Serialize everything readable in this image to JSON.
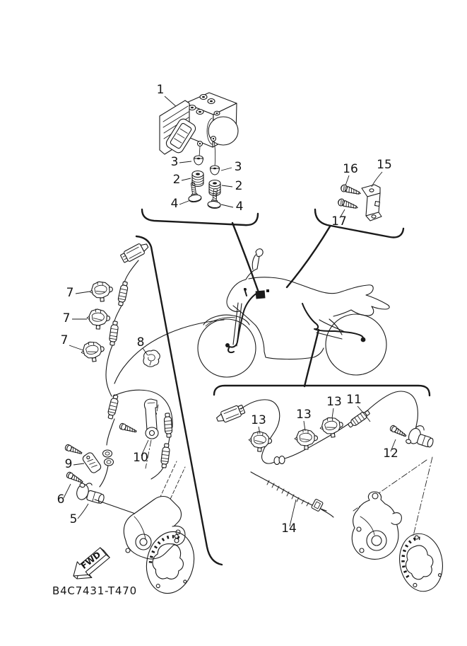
{
  "diagram": {
    "part_code": "B4C7431-T470",
    "fwd_label": "FWD",
    "callouts": [
      "1",
      "3",
      "2",
      "4",
      "3",
      "2",
      "4",
      "16",
      "15",
      "17",
      "7",
      "7",
      "7",
      "8",
      "9",
      "10",
      "6",
      "5",
      "13",
      "13",
      "13",
      "11",
      "12",
      "14"
    ]
  },
  "colors": {
    "line": "#1a1a1a",
    "background": "#ffffff"
  }
}
